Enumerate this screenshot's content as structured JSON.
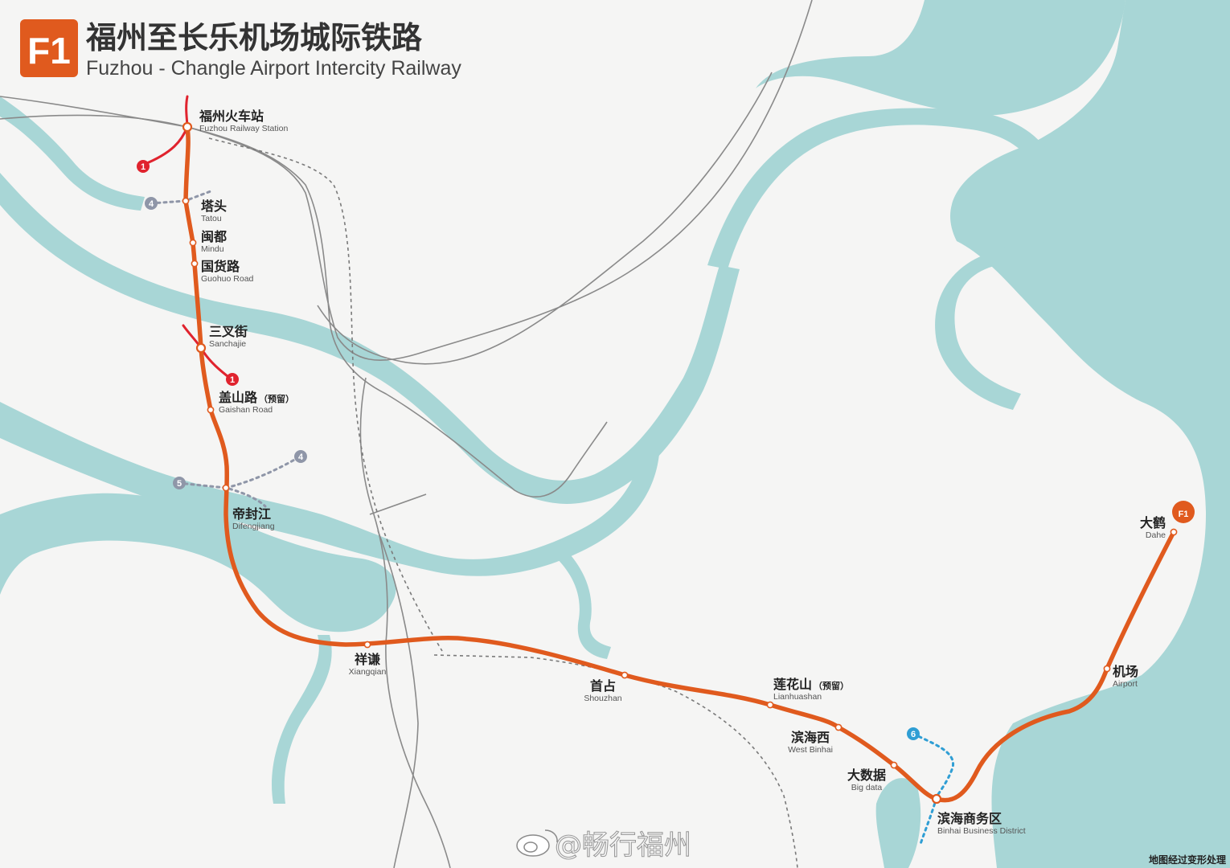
{
  "title": {
    "badge": "F1",
    "cn": "福州至长乐机场城际铁路",
    "en": "Fuzhou - Changle Airport Intercity Railway"
  },
  "colors": {
    "line_f1": "#e05a1e",
    "line_1": "#e0232e",
    "line_4": "#8f96a8",
    "line_5": "#8f96a8",
    "line_6": "#2f9ed4",
    "water": "#a8d6d6",
    "land": "#f5f5f4",
    "rail": "#8a8a8a"
  },
  "stations": [
    {
      "id": "fuzhou-railway-station",
      "cn": "福州火车站",
      "en": "Fuzhou Railway Station",
      "note": ""
    },
    {
      "id": "tatou",
      "cn": "塔头",
      "en": "Tatou",
      "note": ""
    },
    {
      "id": "mindu",
      "cn": "闽都",
      "en": "Mindu",
      "note": ""
    },
    {
      "id": "guohuo-road",
      "cn": "国货路",
      "en": "Guohuo Road",
      "note": ""
    },
    {
      "id": "sanchajie",
      "cn": "三叉街",
      "en": "Sanchajie",
      "note": ""
    },
    {
      "id": "gaishan-road",
      "cn": "盖山路",
      "en": "Gaishan Road",
      "note": "（预留）"
    },
    {
      "id": "difengjiang",
      "cn": "帝封江",
      "en": "Difengjiang",
      "note": ""
    },
    {
      "id": "xiangqian",
      "cn": "祥谦",
      "en": "Xiangqian",
      "note": ""
    },
    {
      "id": "shouzhan",
      "cn": "首占",
      "en": "Shouzhan",
      "note": ""
    },
    {
      "id": "lianhuashan",
      "cn": "莲花山",
      "en": "Lianhuashan",
      "note": "（预留）"
    },
    {
      "id": "west-binhai",
      "cn": "滨海西",
      "en": "West Binhai",
      "note": ""
    },
    {
      "id": "big-data",
      "cn": "大数据",
      "en": "Big data",
      "note": ""
    },
    {
      "id": "binhai-business-district",
      "cn": "滨海商务区",
      "en": "Binhai Business District",
      "note": ""
    },
    {
      "id": "airport",
      "cn": "机场",
      "en": "Airport",
      "note": ""
    },
    {
      "id": "dahe",
      "cn": "大鹤",
      "en": "Dahe",
      "note": ""
    }
  ],
  "transfer_badges": [
    {
      "line": "1"
    },
    {
      "line": "4"
    },
    {
      "line": "1"
    },
    {
      "line": "5"
    },
    {
      "line": "4"
    },
    {
      "line": "6"
    },
    {
      "line": "F1"
    }
  ],
  "watermark": "@畅行福州",
  "footnote": "地图经过变形处理"
}
